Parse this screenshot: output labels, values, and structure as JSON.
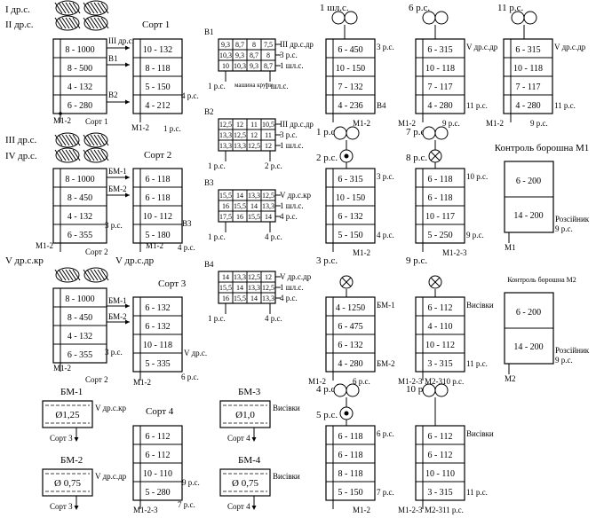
{
  "sifters": [
    {
      "id": "s1",
      "title": "Сорт 1",
      "cells": [
        "10 - 132",
        "8 - 118",
        "5 - 150",
        "4 - 212"
      ],
      "labels": [
        "1 р.с.",
        "4 р.с.",
        "М1-2",
        "В1",
        "В2"
      ]
    },
    {
      "id": "s2",
      "title": "Сорт 2",
      "cells": [
        "6 - 118",
        "6 - 118",
        "10 - 112",
        "5 - 180"
      ],
      "labels": [
        "В3",
        "4 р.с.",
        "М1-2",
        "БМ-1",
        "БМ-2"
      ]
    },
    {
      "id": "s3",
      "title": "Сорт 3",
      "cells": [
        "6 - 132",
        "6 - 132",
        "10 - 118",
        "5 - 335"
      ],
      "labels": [
        "V др.с.",
        "6 р.с.",
        "М1-2"
      ]
    },
    {
      "id": "s4",
      "title": "Сорт 4",
      "cells": [
        "6 - 112",
        "6 - 112",
        "10 - 110",
        "5 - 280"
      ],
      "labels": [
        "9 р.с.",
        "7 р.с.",
        "М1-2-3"
      ]
    },
    {
      "id": "d1",
      "title": "",
      "cells": [
        "8 - 1000",
        "8 - 500",
        "4 - 132",
        "6 - 280"
      ],
      "labels": [
        "ІІІ др.с.",
        "В1",
        "В2",
        "М1-2",
        "Сорт 1"
      ]
    },
    {
      "id": "d2",
      "title": "",
      "cells": [
        "8 - 1000",
        "8 - 450",
        "4 - 132",
        "6 - 355"
      ],
      "labels": [
        "БМ-1",
        "БМ-2",
        "3 р.с.",
        "М1-2",
        "Сорт 2"
      ]
    },
    {
      "id": "d3",
      "title": "",
      "cells": [
        "8 - 1000",
        "8 - 450",
        "4 - 132",
        "6 - 355"
      ],
      "labels": [
        "БМ-1",
        "БМ-2",
        "3 р.с.",
        "М1-2",
        "Сорт 2"
      ]
    },
    {
      "id": "r1",
      "title": "",
      "cells": [
        "6 - 450",
        "10 - 150",
        "7 - 132",
        "4 - 236"
      ],
      "labels": [
        "3 р.с.",
        "В4",
        "М1-2"
      ]
    },
    {
      "id": "r2",
      "title": "",
      "cells": [
        "6 - 315",
        "10 - 150",
        "6 - 132",
        "5 - 150"
      ],
      "labels": [
        "3 р.с.",
        "4 р.с.",
        "М1-2"
      ]
    },
    {
      "id": "r3",
      "title": "",
      "cells": [
        "4 - 1250",
        "6 - 475",
        "6 - 132",
        "4 - 280"
      ],
      "labels": [
        "БМ-1",
        "БМ-2",
        "6 р.с.",
        "М1-2"
      ]
    },
    {
      "id": "r4",
      "title": "",
      "cells": [
        "6 - 118",
        "6 - 118",
        "8 - 118",
        "5 - 150"
      ],
      "labels": [
        "6 р.с.",
        "7 р.с.",
        "М1-2"
      ]
    },
    {
      "id": "r5",
      "title": "",
      "cells": [
        "6 - 315",
        "10 - 118",
        "7 - 117",
        "4 - 280"
      ],
      "labels": [
        "V др.с.др",
        "11 р.с.",
        "9 р.с.",
        "М1-2"
      ]
    },
    {
      "id": "r6",
      "title": "",
      "cells": [
        "6 - 118",
        "6 - 118",
        "10 - 117",
        "5 - 250"
      ],
      "labels": [
        "10 р.с.",
        "9 р.с.",
        "М1-2-3"
      ]
    },
    {
      "id": "r7",
      "title": "",
      "cells": [
        "6 - 112",
        "4 - 110",
        "10 - 112",
        "3 - 315"
      ],
      "labels": [
        "Висівки",
        "11 р.с.",
        "10 р.с.",
        "М1-2-3",
        "М2-3"
      ]
    },
    {
      "id": "r8",
      "title": "",
      "cells": [
        "6 - 112",
        "6 - 112",
        "10 - 110",
        "3 - 315"
      ],
      "labels": [
        "Висівки",
        "11 р.с.",
        "11 р.с.",
        "М1-2-3",
        "М2-3"
      ]
    },
    {
      "id": "r9",
      "title": "",
      "cells": [
        "6 - 315",
        "10 - 118",
        "7 - 117",
        "4 - 280"
      ],
      "labels": [
        "V др.с.др",
        "11 р.с.",
        "9 р.с.",
        "М1-2"
      ]
    }
  ],
  "top_labels": {
    "d1a": "І др.с.",
    "d1b": "ІІ др.с.",
    "d2a": "ІІІ др.с.",
    "d2b": "IV др.с.",
    "d3a": "V др.с.кр",
    "d3b": "V др.с.др",
    "r1": "1 шл.с.",
    "r5": "6 р.с.",
    "r9": "11 р.с.",
    "r2a": "1 р.с.",
    "r2b": "2 р.с.",
    "r6": "7 р.с.",
    "r6b": "8 р.с.",
    "r3": "3 р.с.",
    "r7": "9 р.с.",
    "r4a": "4 р.с.",
    "r4b": "5 р.с.",
    "r8": "10 р.с."
  },
  "control": [
    {
      "title": "Контроль борошна М1",
      "cells": [
        "6 - 200",
        "14 - 200"
      ],
      "right": "Розсійник",
      "bottom": "9 р.с.",
      "out": "М1"
    },
    {
      "title": "Контроль борошна М2",
      "cells": [
        "6 - 200",
        "14 - 200"
      ],
      "right": "Розсійник",
      "bottom": "9 р.с.",
      "out": "М2"
    }
  ],
  "bm": [
    {
      "title": "БМ-1",
      "value": "Ø1,25",
      "right": "V др.с.кр",
      "bottom": "Сорт 3"
    },
    {
      "title": "БМ-2",
      "value": "Ø 0,75",
      "right": "V др.с.др",
      "bottom": "Сорт 3"
    },
    {
      "title": "БМ-3",
      "value": "Ø1,0",
      "right": "Висівки",
      "bottom": "Сорт 4"
    },
    {
      "title": "БМ-4",
      "value": "Ø 0,75",
      "right": "Висівки",
      "bottom": "Сорт 4"
    }
  ],
  "grids": [
    {
      "input": "В1",
      "rows": [
        [
          "9,3",
          "8,7",
          "8",
          "7,5"
        ],
        [
          "10,3",
          "9,3",
          "8,7",
          "8"
        ],
        [
          "10",
          "10,3",
          "9,3",
          "8,7"
        ]
      ],
      "outs": [
        "ІІІ др.с.др",
        "3 р.с.",
        "1 шл.с."
      ],
      "bottom_left": "1 р.с.",
      "bottom_mid": "машина крупи",
      "bottom_right": "1 шл.с."
    },
    {
      "input": "В2",
      "rows": [
        [
          "12,5",
          "12",
          "11",
          "10,5"
        ],
        [
          "13,3",
          "12,5",
          "12",
          "11"
        ],
        [
          "13,3",
          "13,3",
          "12,5",
          "12"
        ]
      ],
      "outs": [
        "ІІІ др.с.др",
        "3 р.с.",
        "1 шл.с."
      ],
      "bottom_left": "1 р.с.",
      "bottom_right": "2 р.с."
    },
    {
      "input": "В3",
      "rows": [
        [
          "15,5",
          "14",
          "13,3",
          "12,5"
        ],
        [
          "16",
          "15,5",
          "14",
          "13,3"
        ],
        [
          "17,5",
          "16",
          "15,5",
          "14"
        ]
      ],
      "outs": [
        "V др.с.кр",
        "1 шл.с.",
        "4 р.с."
      ],
      "bottom_left": "1 р.с.",
      "bottom_right": "4 р.с."
    },
    {
      "input": "В4",
      "rows": [
        [
          "14",
          "13,3",
          "12,5",
          "12"
        ],
        [
          "15,5",
          "14",
          "13,3",
          "12,5"
        ],
        [
          "16",
          "15,5",
          "14",
          "13,3"
        ]
      ],
      "outs": [
        "V др.с.др",
        "1 шл.с.",
        "4 р.с."
      ],
      "bottom_left": "1 р.с.",
      "bottom_right": "4 р.с."
    }
  ]
}
